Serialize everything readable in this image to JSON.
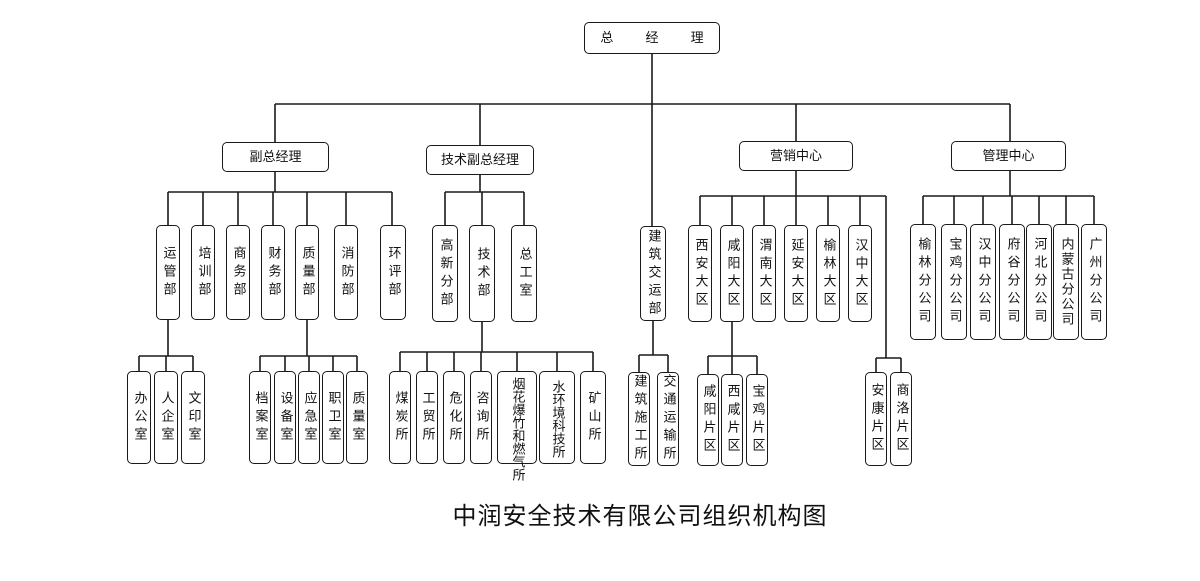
{
  "title": "中润安全技术有限公司组织机构图",
  "colors": {
    "line": "#1a1a1a",
    "background": "#ffffff"
  },
  "org": {
    "ceo": "总 经 理",
    "vp": {
      "label": "副总经理",
      "depts": [
        "运管部",
        "培训部",
        "商务部",
        "财务部",
        "质量部",
        "消防部",
        "环评部"
      ],
      "yunguan_subs": [
        "办公室",
        "人企室",
        "文印室"
      ],
      "zhiliang_subs": [
        "档案室",
        "设备室",
        "应急室",
        "职卫室",
        "质量室"
      ]
    },
    "tech_vp": {
      "label": "技术副总经理",
      "depts": [
        "高新分部",
        "技术部",
        "总工室"
      ],
      "jishu_subs": [
        "煤炭所",
        "工贸所",
        "危化所",
        "咨询所",
        "烟花爆竹和燃气所",
        "水环境科技所",
        "矿山所"
      ]
    },
    "construction": {
      "label": "建筑交运部",
      "subs": [
        "建筑施工所",
        "交通运输所"
      ]
    },
    "marketing": {
      "label": "营销中心",
      "regions": [
        "西安大区",
        "咸阳大区",
        "渭南大区",
        "延安大区",
        "榆林大区",
        "汉中大区"
      ],
      "xianyang_subs": [
        "咸阳片区",
        "西咸片区",
        "宝鸡片区"
      ],
      "extra_subs": [
        "安康片区",
        "商洛片区"
      ]
    },
    "management": {
      "label": "管理中心",
      "branches": [
        "榆林分公司",
        "宝鸡分公司",
        "汉中分公司",
        "府谷分公司",
        "河北分公司",
        "内蒙古分公司",
        "广州分公司"
      ]
    }
  }
}
